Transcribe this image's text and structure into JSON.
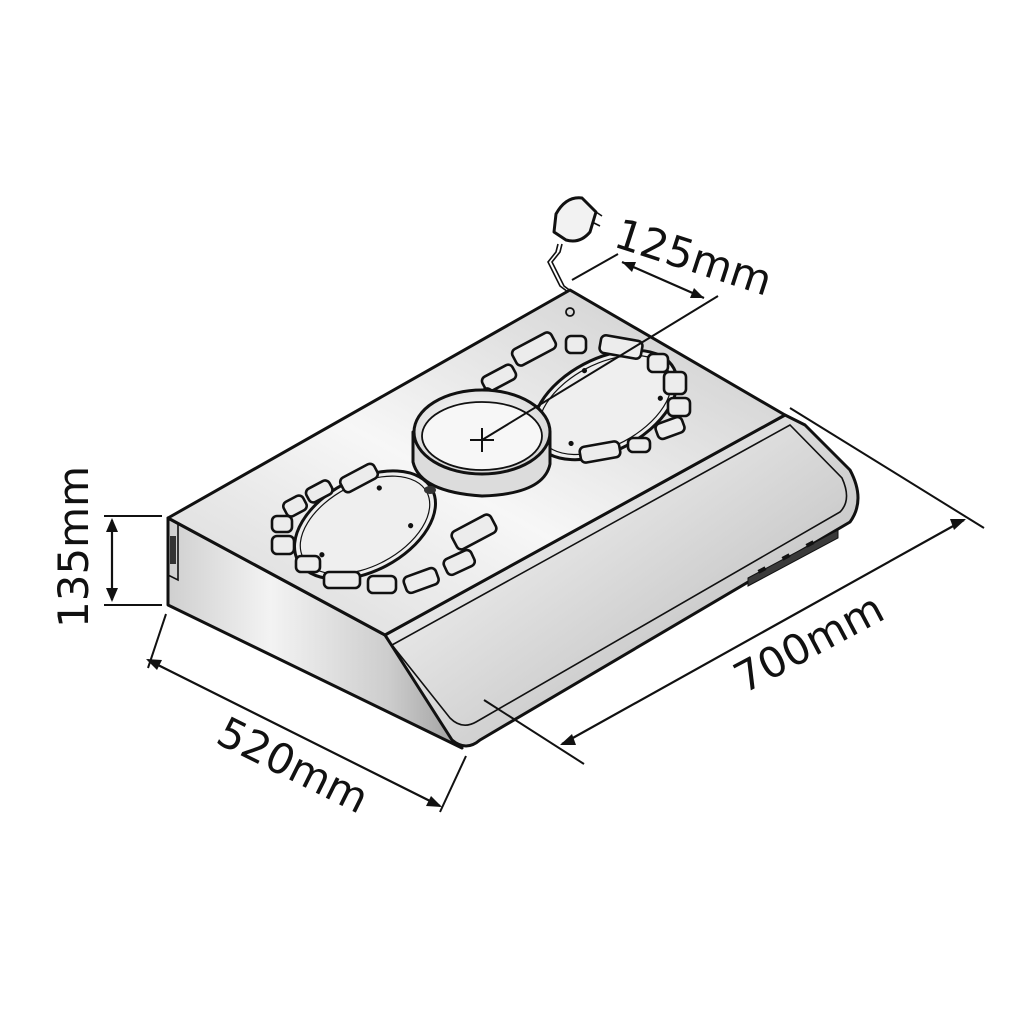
{
  "diagram": {
    "subject": "under-cabinet range hood with twin circular grease filters and round exhaust outlet",
    "colors": {
      "line": "#111111",
      "background": "#ffffff",
      "metal_light": "#f4f4f4",
      "metal_dark": "#b8b8b8"
    },
    "dimensions": {
      "outlet_diameter": "125mm",
      "height": "135mm",
      "depth": "520mm",
      "width": "700mm"
    }
  }
}
